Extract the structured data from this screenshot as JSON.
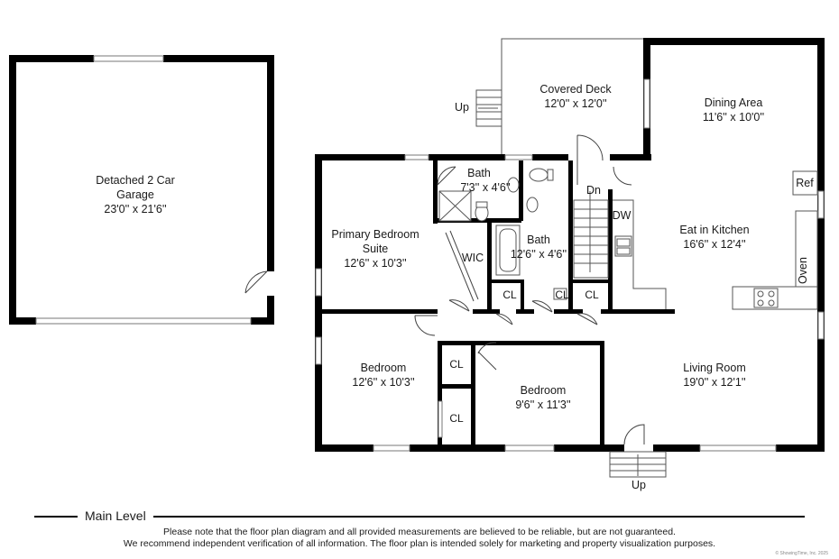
{
  "rooms": {
    "garage": {
      "name_line1": "Detached 2 Car",
      "name_line2": "Garage",
      "dims": "23'0'' x 21'6''"
    },
    "covered_deck": {
      "name": "Covered Deck",
      "dims": "12'0'' x 12'0''"
    },
    "dining_area": {
      "name": "Dining Area",
      "dims": "11'6'' x 10'0''"
    },
    "bath_top": {
      "name": "Bath",
      "dims": "7'3'' x 4'6''"
    },
    "primary_bedroom": {
      "name_line1": "Primary Bedroom",
      "name_line2": "Suite",
      "dims": "12'6'' x 10'3''"
    },
    "wic": {
      "name": "WIC"
    },
    "bath_mid": {
      "name": "Bath",
      "dims": "12'6'' x 4'6''"
    },
    "kitchen": {
      "name": "Eat in Kitchen",
      "dims": "16'6'' x 12'4''"
    },
    "bedroom_left": {
      "name": "Bedroom",
      "dims": "12'6'' x 10'3''"
    },
    "bedroom_mid": {
      "name": "Bedroom",
      "dims": "9'6'' x 11'3''"
    },
    "living_room": {
      "name": "Living Room",
      "dims": "19'0'' x 12'1''"
    }
  },
  "labels": {
    "up_deck": "Up",
    "up_front": "Up",
    "dn": "Dn",
    "dw": "DW",
    "ref": "Ref",
    "oven": "Oven",
    "closet": "CL"
  },
  "footer": {
    "level": "Main Level",
    "disclaimer_line1": "Please note that the floor plan diagram and all provided measurements are believed to be reliable, but are not guaranteed.",
    "disclaimer_line2": "We recommend independent verification of all information. The floor plan is intended solely for marketing and property visualization purposes.",
    "copyright": "© ShowingTime, Inc. 2025"
  }
}
